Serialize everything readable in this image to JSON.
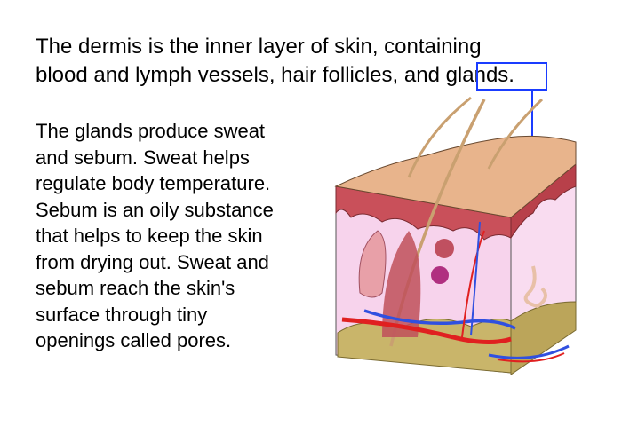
{
  "intro": {
    "lines": [
      "The dermis is the inner layer of skin, containing",
      "blood and lymph vessels, hair follicles, and glands."
    ],
    "highlighted_term": "glands"
  },
  "body": {
    "lines": [
      "The glands produce sweat",
      "and sebum. Sweat helps",
      "regulate body temperature.",
      "Sebum is an oily substance",
      "that helps to keep the skin",
      "from drying out. Sweat and",
      "sebum reach the skin's",
      "surface through tiny",
      "openings called pores."
    ]
  },
  "illustration": {
    "subject": "skin cross-section diagram",
    "callout_target": "sweat gland",
    "colors": {
      "callout": "#1a3cff",
      "epidermis_top": "#e8b48c",
      "epidermis_edge": "#c9505a",
      "dermis": "#f7d3ec",
      "fat": "#c9b56a",
      "artery": "#e02020",
      "vein": "#3050e0"
    }
  }
}
